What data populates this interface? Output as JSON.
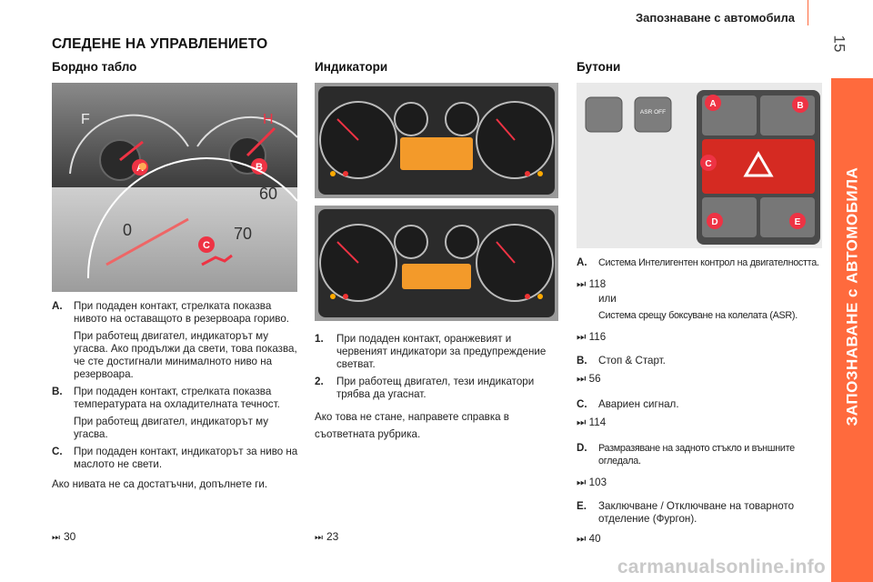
{
  "header": {
    "section": "Запознаване с автомобила",
    "page_number": "15",
    "side_tab": "ЗАПОЗНАВАНЕ с АВТОМОБИЛА",
    "accent": "#ff6a3d"
  },
  "main_title": "СЛЕДЕНЕ НА УПРАВЛЕНИЕТО",
  "col1": {
    "heading": "Бордно табло",
    "callouts": [
      "A",
      "B",
      "C"
    ],
    "gauge_marks": {
      "fuel_full": "F",
      "temp_hot": "H",
      "tach_60": "60",
      "tach_70": "70",
      "tach_0": "0"
    },
    "items": [
      {
        "key": "A.",
        "lines": [
          "При подаден контакт, стрелката показва нивото на оставащото в резервоара гориво.",
          "При работещ двигател, индикаторът му угасва. Ако продължи да свети, това показва, че сте достигнали минималното ниво на резервоара."
        ]
      },
      {
        "key": "B.",
        "lines": [
          "При подаден контакт, стрелката показва температурата на охладителната течност.",
          "При работещ двигател, индикаторът му угасва."
        ]
      },
      {
        "key": "C.",
        "lines": [
          "При подаден контакт, индикаторът за ниво на маслото не свети."
        ]
      }
    ],
    "note": "Ако нивата не са достатъчни, допълнете ги.",
    "ref": "30"
  },
  "col2": {
    "heading": "Индикатори",
    "items": [
      {
        "key": "1.",
        "text": "При подаден контакт, оранжевият и червеният индикатори за предупреждение светват."
      },
      {
        "key": "2.",
        "text": "При работещ двигател, тези индикатори трябва да угаснат."
      }
    ],
    "note": "Ако това не стане, направете справка в съответната рубрика.",
    "ref": "23"
  },
  "col3": {
    "heading": "Бутони",
    "callouts": [
      "A",
      "B",
      "C",
      "D",
      "E"
    ],
    "button_label": "ASR OFF",
    "items": [
      {
        "key": "A.",
        "text": "Система Интелигентен контрол на двигателността.",
        "refs": [
          "118"
        ],
        "or": "или",
        "extra": "Система срещу боксуване на колелата (ASR).",
        "refs2": [
          "116"
        ]
      },
      {
        "key": "B.",
        "text": "Стоп & Старт.",
        "refs": [
          "56"
        ]
      },
      {
        "key": "C.",
        "text": "Авариен сигнал.",
        "refs": [
          "114"
        ]
      },
      {
        "key": "D.",
        "text": "Размразяване на задното стъкло и външните огледала.",
        "refs": [
          "103"
        ]
      },
      {
        "key": "E.",
        "text": "Заключване / Отключване на товарното отделение (Фургон).",
        "refs": [
          "40"
        ]
      }
    ],
    "ref_arrow": "⏭"
  },
  "watermark": "carmanualsonline.info"
}
